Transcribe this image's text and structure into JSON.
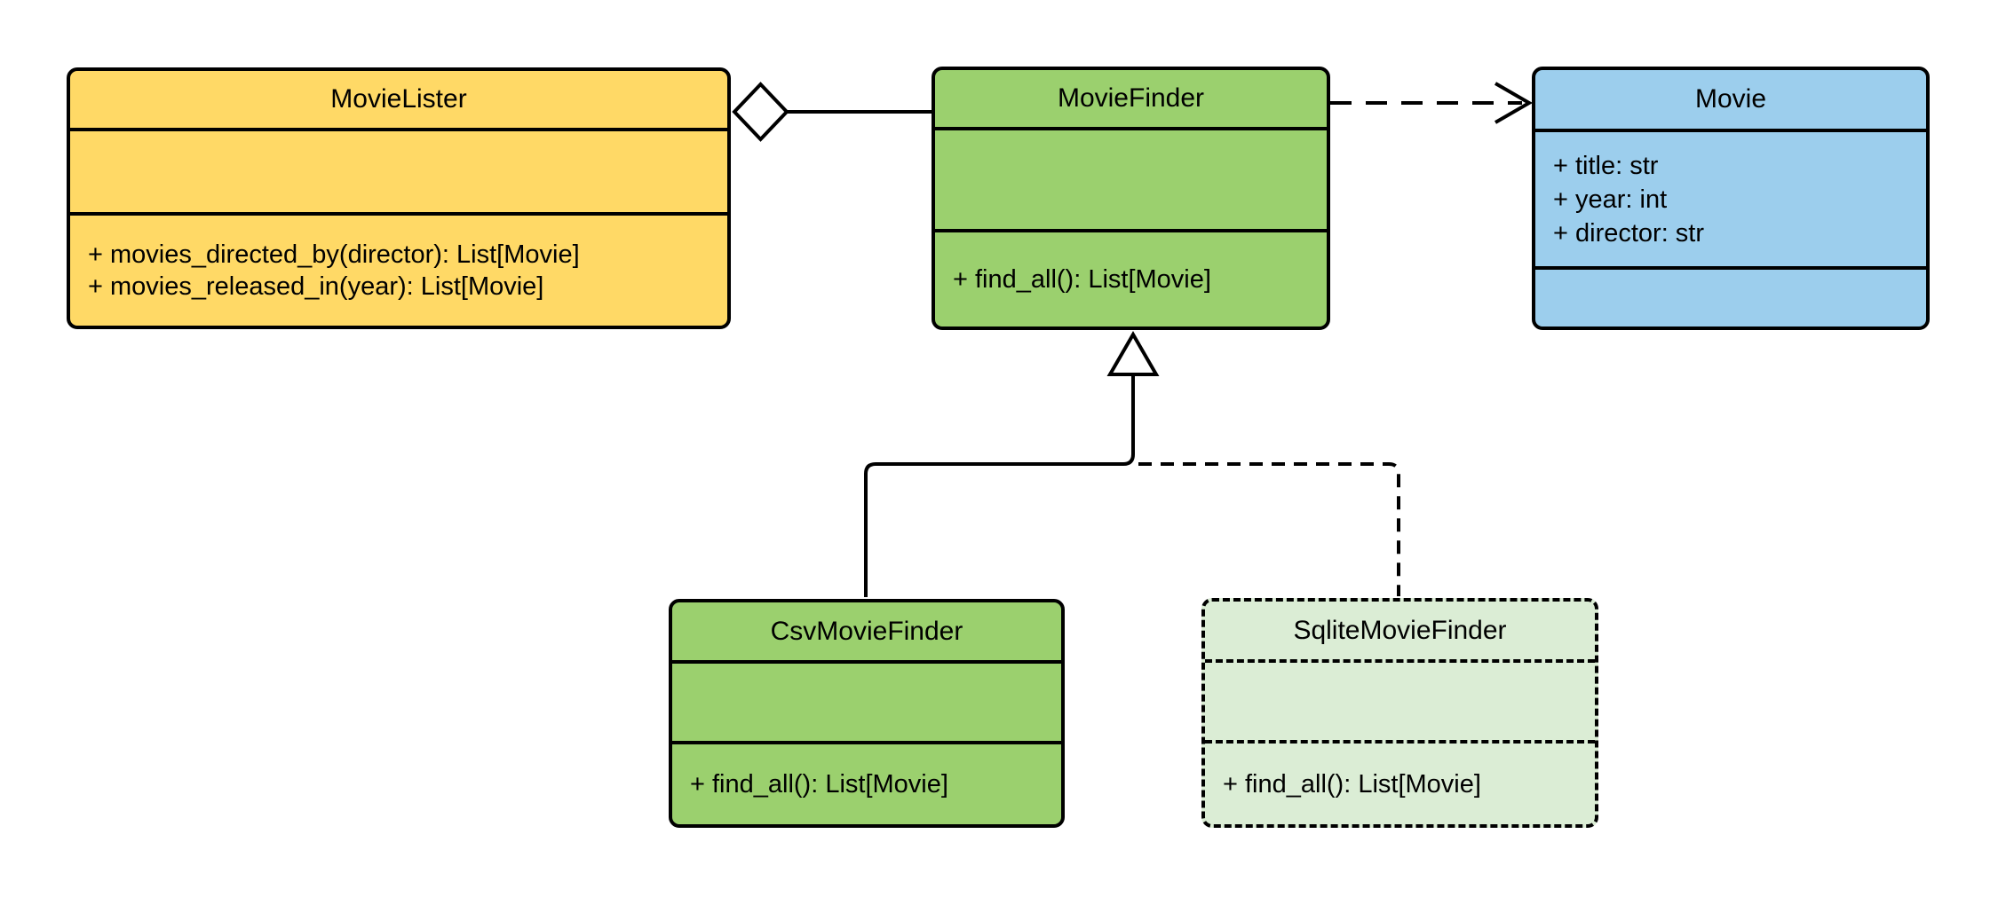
{
  "diagram": {
    "kind": "uml-class-diagram",
    "background_color": "#ffffff",
    "line_color": "#000000",
    "text_color": "#000000"
  },
  "classes": {
    "movieLister": {
      "name": "MovieLister",
      "fill": "#FFD966",
      "border_style": "solid",
      "attributes": [],
      "methods": [
        "+ movies_directed_by(director): List[Movie]",
        "+ movies_released_in(year): List[Movie]"
      ]
    },
    "movieFinder": {
      "name": "MovieFinder",
      "fill": "#9BD06E",
      "border_style": "solid",
      "attributes": [],
      "methods": [
        "+ find_all(): List[Movie]"
      ]
    },
    "movie": {
      "name": "Movie",
      "fill": "#9CCEED",
      "border_style": "solid",
      "attributes": [
        "+ title: str",
        "+ year: int",
        "+ director: str"
      ],
      "methods": []
    },
    "csvMovieFinder": {
      "name": "CsvMovieFinder",
      "fill": "#9BD06E",
      "border_style": "solid",
      "attributes": [],
      "methods": [
        "+ find_all(): List[Movie]"
      ]
    },
    "sqliteMovieFinder": {
      "name": "SqliteMovieFinder",
      "fill": "#DBEDD5",
      "border_style": "dashed",
      "attributes": [],
      "methods": [
        "+ find_all(): List[Movie]"
      ]
    }
  },
  "relationships": [
    {
      "type": "aggregation",
      "from": "MovieLister",
      "to": "MovieFinder",
      "line": "solid",
      "marker": "hollow-diamond"
    },
    {
      "type": "dependency",
      "from": "MovieFinder",
      "to": "Movie",
      "line": "dashed",
      "marker": "open-arrow"
    },
    {
      "type": "generalization",
      "from": "CsvMovieFinder",
      "to": "MovieFinder",
      "line": "solid",
      "marker": "hollow-triangle"
    },
    {
      "type": "generalization",
      "from": "SqliteMovieFinder",
      "to": "MovieFinder",
      "line": "dashed",
      "marker": "hollow-triangle"
    }
  ]
}
